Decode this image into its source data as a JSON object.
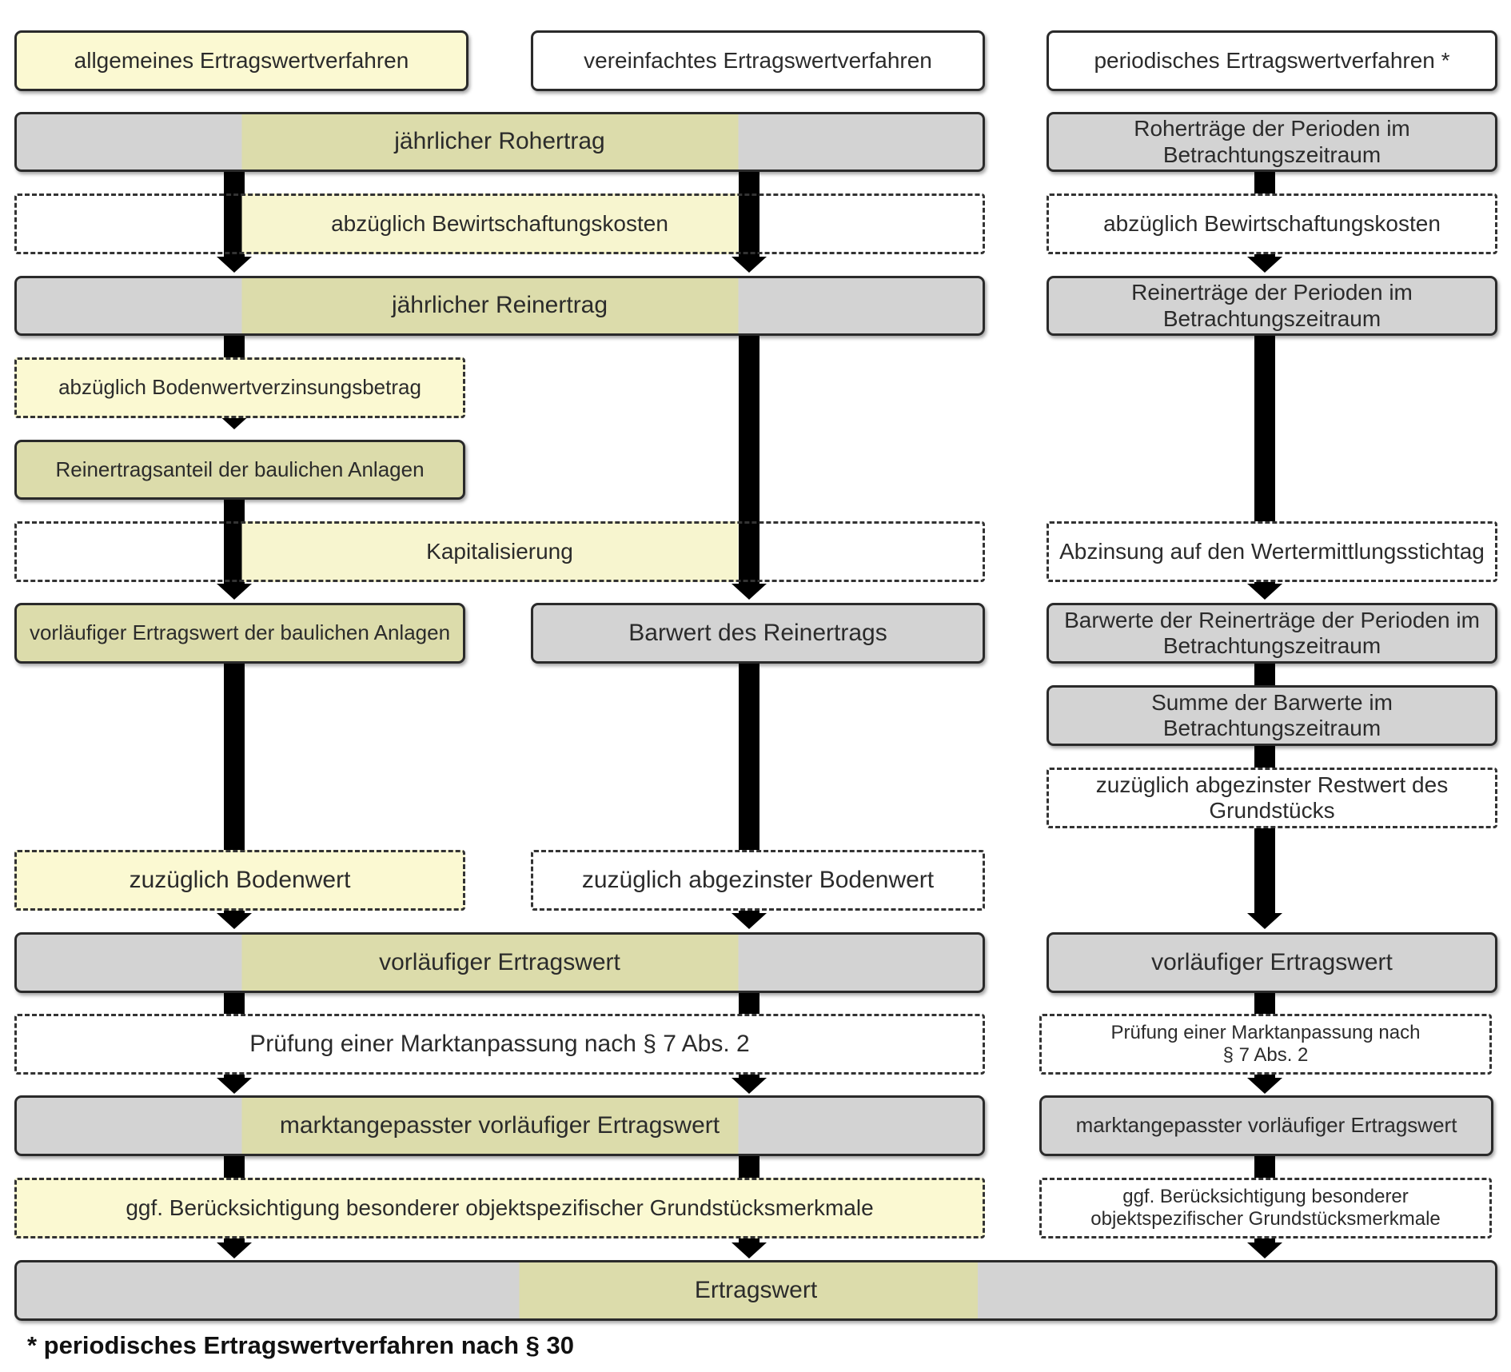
{
  "headers": {
    "col1": "allgemeines Ertragswertverfahren",
    "col2": "vereinfachtes Ertragswertverfahren",
    "col3": "periodisches Ertragswertverfahren *"
  },
  "shared_steps": {
    "rohertrag": "jährlicher Rohertrag",
    "bewirtschaftungskosten": "abzüglich Bewirtschaftungskosten",
    "reinertrag": "jährlicher Reinertrag",
    "kapitalisierung": "Kapitalisierung",
    "vorlaeufiger_ertragswert": "vorläufiger Ertragswert",
    "pruefung": "Prüfung einer Marktanpassung nach § 7 Abs. 2",
    "marktangepasst": "marktangepasster vorläufiger Ertragswert",
    "besondere_merkmale": "ggf. Berücksichtigung besonderer objektspezifischer Grundstücksmerkmale",
    "ertragswert": "Ertragswert"
  },
  "col1_steps": {
    "bodenwertverzinsung": "abzüglich Bodenwertverzinsungsbetrag",
    "reinertragsanteil": "Reinertragsanteil der baulichen Anlagen",
    "vorlaeufiger_ertragswert_anlagen": "vorläufiger Ertragswert der baulichen Anlagen",
    "bodenwert": "zuzüglich Bodenwert"
  },
  "col2_steps": {
    "barwert": "Barwert des Reinertrags",
    "abgezinster_bodenwert": "zuzüglich abgezinster Bodenwert"
  },
  "col3_steps": {
    "rohertraege": "Roherträge der Perioden im Betrachtungszeitraum",
    "bewirtschaftungskosten": "abzüglich  Bewirtschaftungskosten",
    "reinertraege": "Reinerträge der Perioden im Betrachtungszeitraum",
    "abzinsung": "Abzinsung auf den Wertermittlungsstichtag",
    "barwerte": "Barwerte der Reinerträge der Perioden im Betrachtungszeitraum",
    "summe": "Summe der Barwerte im Betrachtungszeitraum",
    "restwert": "zuzüglich abgezinster Restwert des Grundstücks",
    "vorlaeufiger_ertragswert": "vorläufiger Ertragswert",
    "pruefung": "Prüfung einer Marktanpassung nach § 7 Abs. 2",
    "marktangepasst": "marktangepasster vorläufiger Ertragswert",
    "besondere_merkmale": "ggf. Berücksichtigung besonderer objektspezifischer Grundstücksmerkmale"
  },
  "footnote": "* periodisches Ertragswertverfahren nach § 30",
  "colors": {
    "gray_box": "#d3d3d3",
    "olive_box": "#dcdcab",
    "light_yellow_box": "#fbf9d2",
    "arrow": "#000000"
  }
}
